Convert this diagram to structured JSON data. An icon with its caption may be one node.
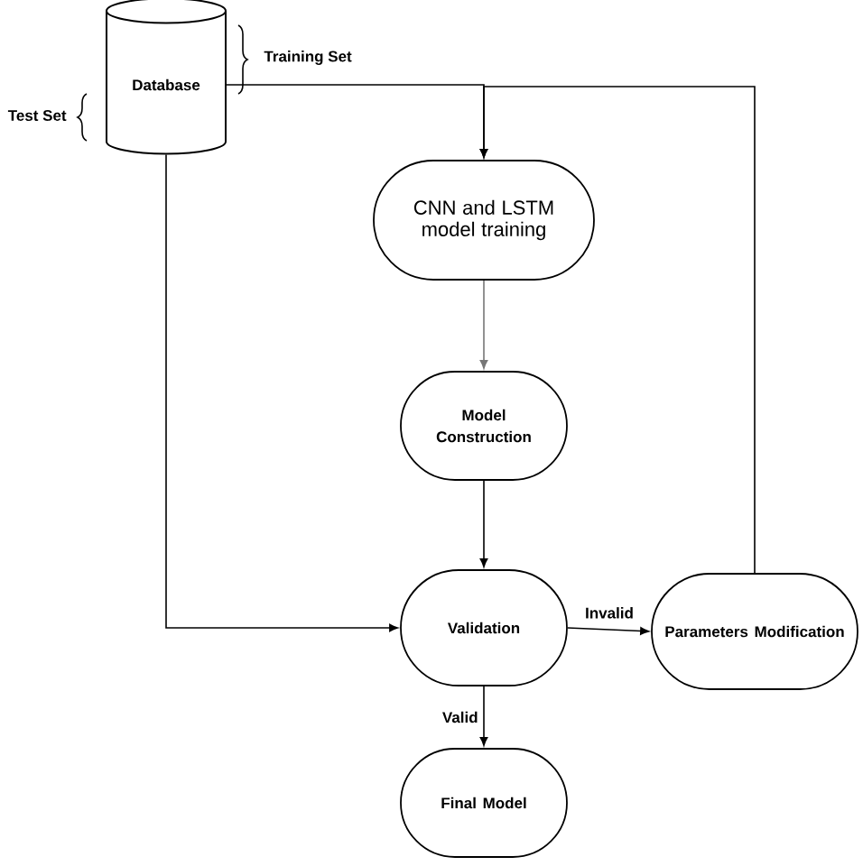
{
  "diagram": {
    "nodes": [
      {
        "text": [
          "Database"
        ]
      },
      {
        "text": [
          "CNN and LSTM model training"
        ]
      },
      {
        "text": [
          "Model Construction"
        ]
      },
      {
        "text": [
          "Validation"
        ]
      },
      {
        "text": [
          "Parameters Modification"
        ]
      },
      {
        "text": [
          "Final Model"
        ]
      }
    ],
    "edges": [
      {
        "from": 0,
        "to": 1,
        "arrow": "to"
      },
      {
        "from": 4,
        "to": 1,
        "arrow": "to"
      },
      {
        "from": 1,
        "to": 2,
        "arrow": "to",
        "color": "#777777"
      },
      {
        "from": 2,
        "to": 3,
        "arrow": "to"
      },
      {
        "from": 0,
        "to": 3,
        "arrow": "to"
      },
      {
        "from": 3,
        "to": 4,
        "arrow": "to",
        "label": "Invalid"
      },
      {
        "from": 3,
        "to": 5,
        "arrow": "to",
        "label": "Valid"
      }
    ],
    "labels": [
      "Training Set",
      "Test Set"
    ]
  }
}
